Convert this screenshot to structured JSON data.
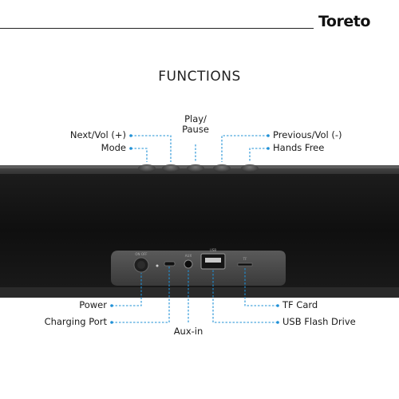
{
  "brand": {
    "name": "Toreto"
  },
  "title": "FUNCTIONS",
  "top_labels": {
    "next_vol": "Next/Vol (+)",
    "mode": "Mode",
    "play_pause_line1": "Play/",
    "play_pause_line2": "Pause",
    "previous_vol": "Previous/Vol (-)",
    "hands_free": "Hands Free"
  },
  "bottom_labels": {
    "power": "Power",
    "charging_port": "Charging Port",
    "aux_in": "Aux-in",
    "tf_card": "TF Card",
    "usb_flash_drive": "USB Flash Drive"
  },
  "panel_markings": {
    "on_off": "ON OFF",
    "aux": "AUX",
    "usb": "USB",
    "tf": "TF"
  },
  "colors": {
    "leader_line": "#1e90d6",
    "speaker_body": "#2b2b2b",
    "speaker_grille": "#141414",
    "header_rule": "#222222"
  }
}
